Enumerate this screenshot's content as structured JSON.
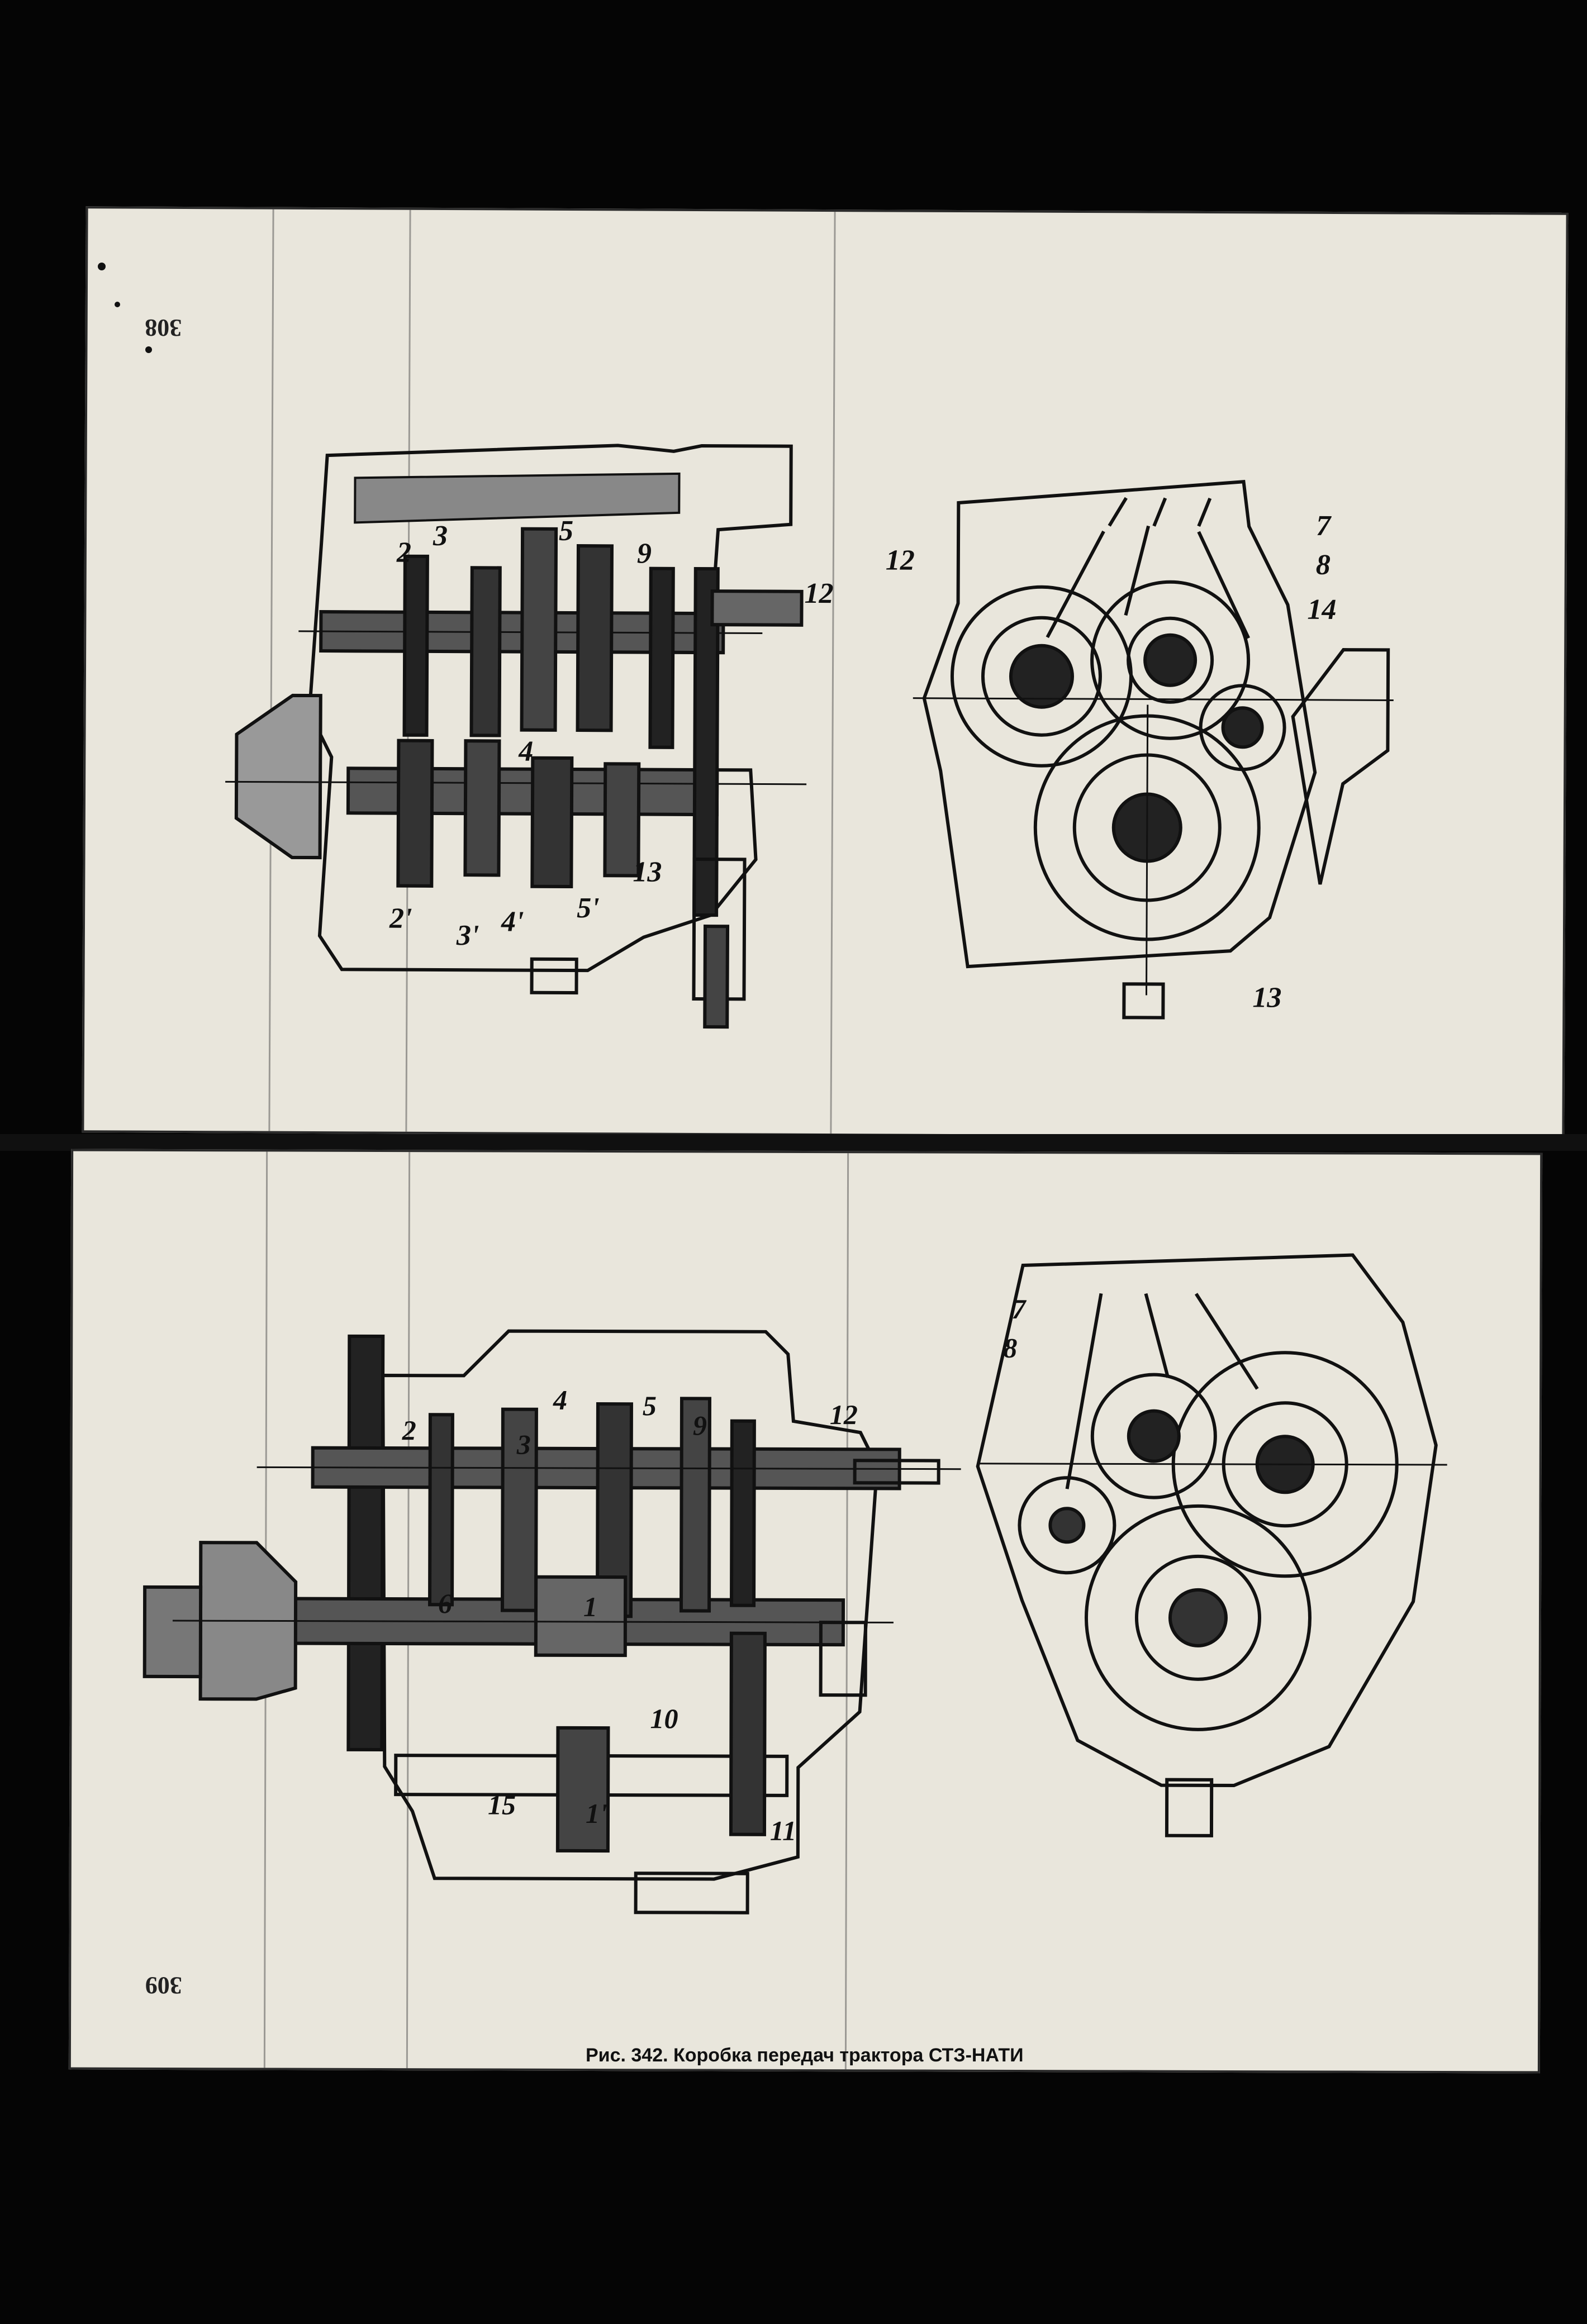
{
  "pages": {
    "top": {
      "page_number": "308"
    },
    "bottom": {
      "page_number": "309"
    }
  },
  "figure": {
    "caption": "Рис. 342. Коробка передач трактора СТЗ-НАТИ"
  },
  "labels": {
    "top_left": [
      "2",
      "3",
      "5",
      "9",
      "12",
      "4",
      "13",
      "2'",
      "3'",
      "4'",
      "5'"
    ],
    "top_right": [
      "12",
      "7",
      "8",
      "14",
      "13"
    ],
    "bottom_left": [
      "4",
      "5",
      "2",
      "3",
      "9",
      "12",
      "6",
      "1",
      "10",
      "15",
      "1'",
      "11"
    ],
    "bottom_right": [
      "7",
      "8"
    ]
  }
}
